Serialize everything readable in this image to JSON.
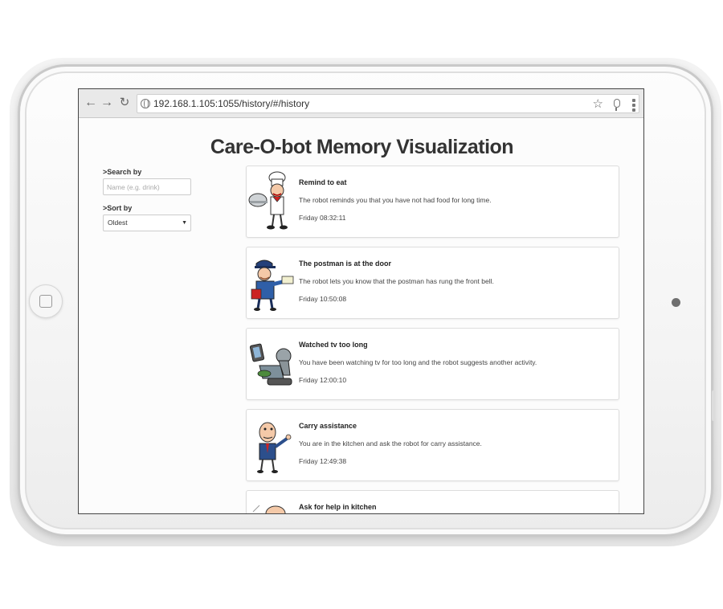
{
  "browser": {
    "url": "192.168.1.105:1055/history/#/history",
    "icons": [
      "back-arrow-icon",
      "forward-arrow-icon",
      "reload-icon",
      "globe-icon",
      "star-icon",
      "mic-icon",
      "menu-icon"
    ]
  },
  "page": {
    "title": "Care-O-bot Memory Visualization"
  },
  "sidebar": {
    "search_label": ">Search by",
    "search_placeholder": "Name (e.g. drink)",
    "sort_label": ">Sort by",
    "sort_value": "Oldest"
  },
  "events": [
    {
      "title": "Remind to eat",
      "description": "The robot reminds you that you have not had food for long time.",
      "time": "Friday 08:32:11",
      "icon": "chef-icon"
    },
    {
      "title": "The postman is at the door",
      "description": "The robot lets you know that the postman has rung the front bell.",
      "time": "Friday 10:50:08",
      "icon": "postman-icon"
    },
    {
      "title": "Watched tv too long",
      "description": "You have been watching tv for too long and the robot suggests another activity.",
      "time": "Friday 12:00:10",
      "icon": "tv-watching-icon"
    },
    {
      "title": "Carry assistance",
      "description": "You are in the kitchen and ask the robot for carry assistance.",
      "time": "Friday 12:49:38",
      "icon": "person-waving-icon"
    },
    {
      "title": "Ask for help in kitchen",
      "description": "",
      "time": "",
      "icon": "kitchen-help-icon"
    }
  ]
}
